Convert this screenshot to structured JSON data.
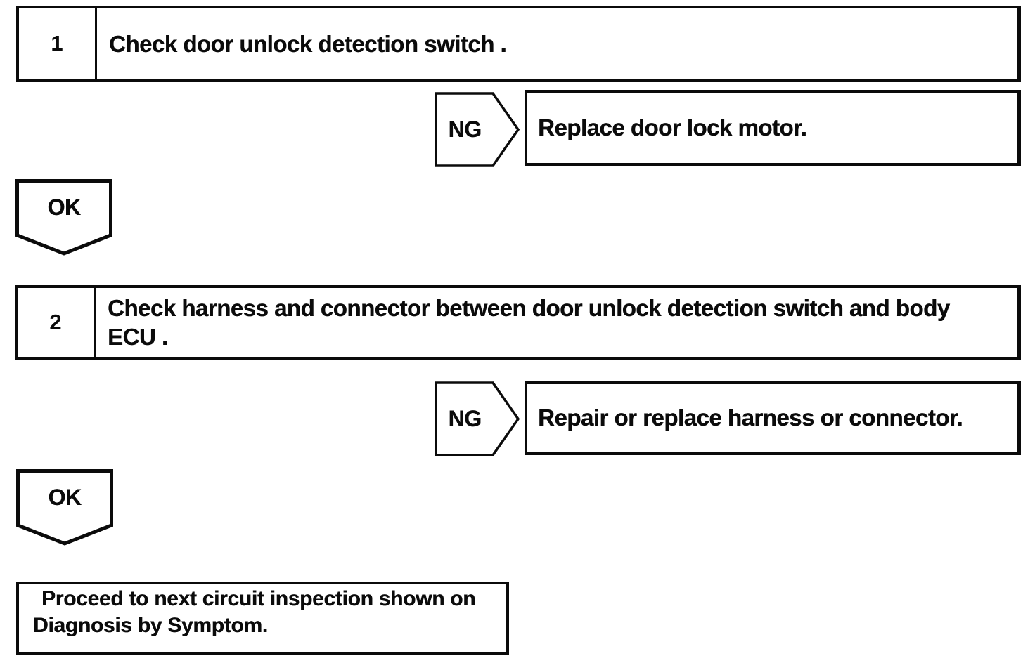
{
  "flowchart": {
    "ink_color": "#0b0b0b",
    "paper_color": "#ffffff",
    "steps": [
      {
        "number": "1",
        "instruction_lines": [
          "Check door unlock detection switch ."
        ],
        "ng": {
          "label": "NG",
          "action_lines": [
            "Replace door lock motor."
          ]
        },
        "ok_label": "OK"
      },
      {
        "number": "2",
        "instruction_lines": [
          "Check harness and connector between door unlock detection switch and body",
          "ECU ."
        ],
        "ng": {
          "label": "NG",
          "action_lines": [
            "Repair or replace harness or connector."
          ]
        },
        "ok_label": "OK"
      }
    ],
    "conclusion_lines": [
      "Proceed to next circuit inspection shown on",
      "Diagnosis by Symptom."
    ]
  }
}
